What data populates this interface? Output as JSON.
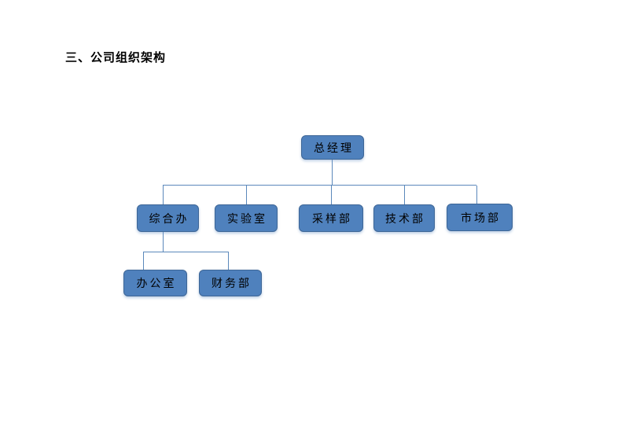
{
  "page": {
    "heading": "三、公司组织架构"
  },
  "org_chart": {
    "type": "hierarchy",
    "nodes": [
      {
        "id": "gm",
        "label": "总经理",
        "level": 1,
        "parent": null
      },
      {
        "id": "zhb",
        "label": "综合办",
        "level": 2,
        "parent": "总经理"
      },
      {
        "id": "sys",
        "label": "实验室",
        "level": 2,
        "parent": "总经理"
      },
      {
        "id": "cyb",
        "label": "采样部",
        "level": 2,
        "parent": "总经理"
      },
      {
        "id": "jsb",
        "label": "技术部",
        "level": 2,
        "parent": "总经理"
      },
      {
        "id": "scb",
        "label": "市场部",
        "level": 2,
        "parent": "总经理"
      },
      {
        "id": "bgs",
        "label": "办公室",
        "level": 3,
        "parent": "综合办"
      },
      {
        "id": "cwb",
        "label": "财务部",
        "level": 3,
        "parent": "综合办"
      }
    ]
  },
  "theme": {
    "node_fill": "#4f81bd",
    "node_border": "#3e6696",
    "node_text": "#000000",
    "connector": "#5b88bb",
    "page_background": "#ffffff"
  }
}
